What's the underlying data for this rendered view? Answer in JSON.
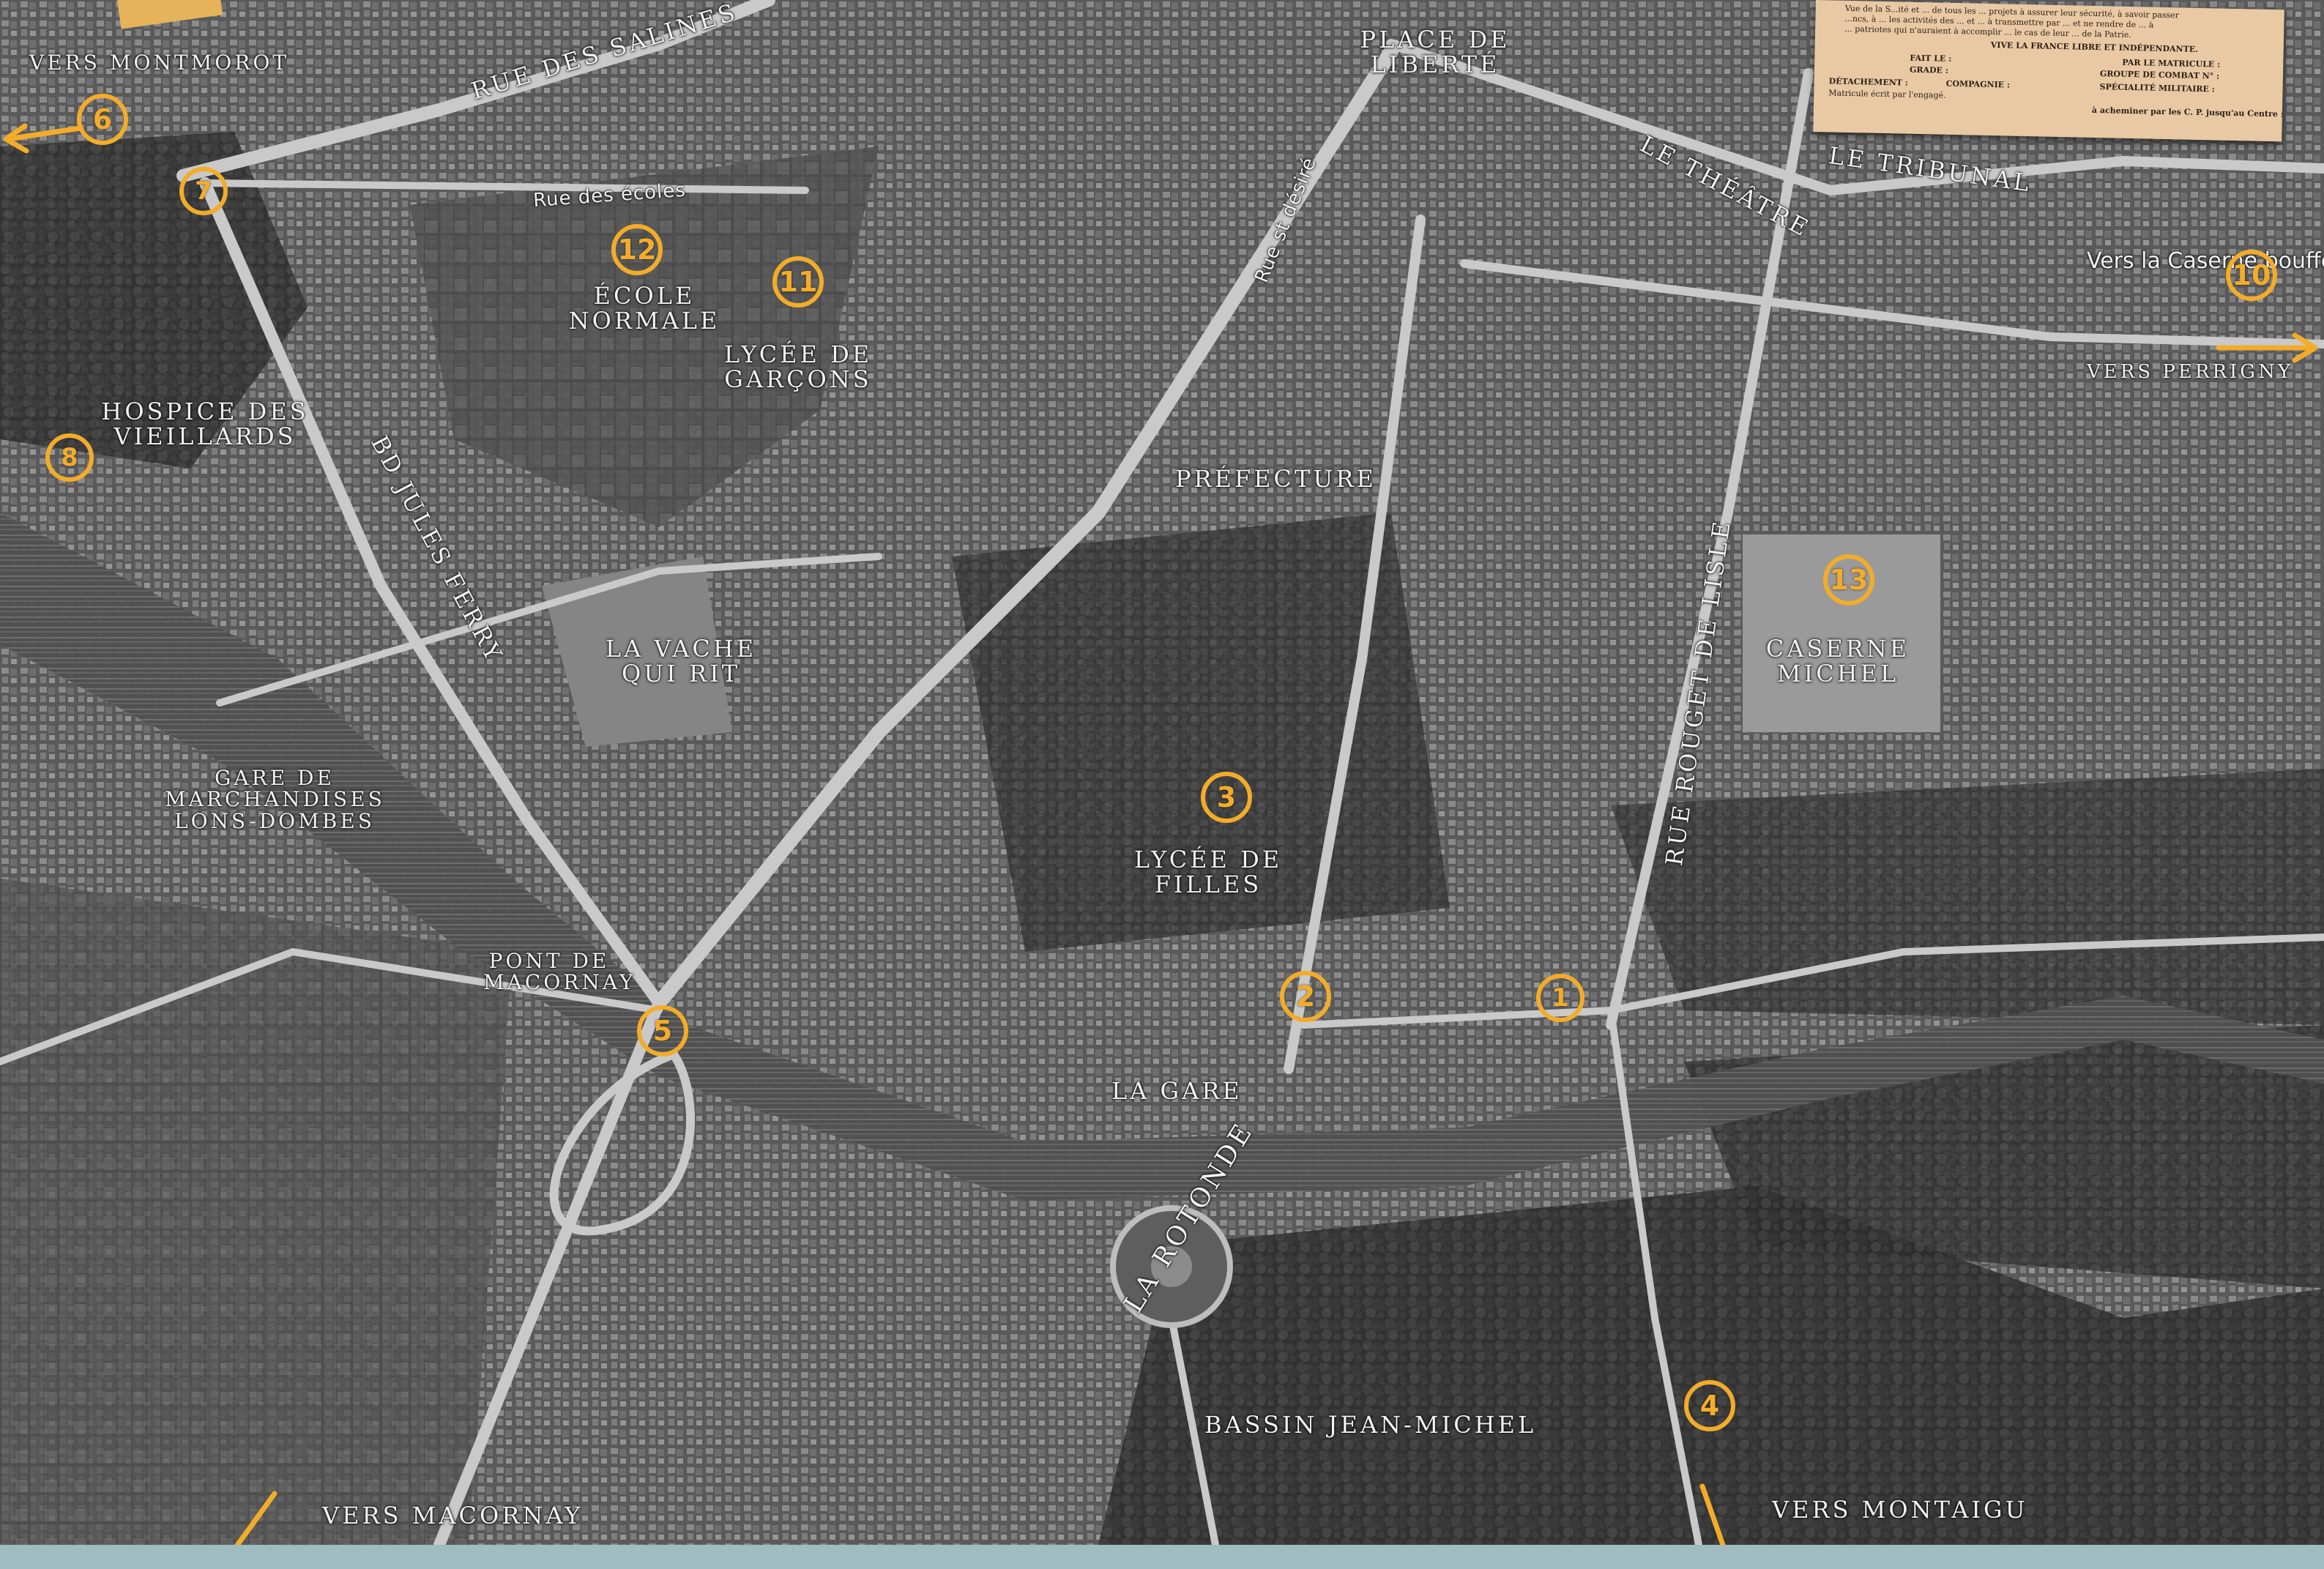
{
  "map": {
    "places": {
      "vers_montmorot": "VERS MONTMOROT",
      "rue_des_salines": "RUE DES SALINES",
      "rue_des_ecoles": "Rue des écoles",
      "place_liberte": "PLACE DE LIBERTÉ",
      "le_theatre": "LE THÉÂTRE",
      "le_tribunal": "LE TRIBUNAL",
      "ecole_normale": "ÉCOLE NORMALE",
      "lycee_garcons": "LYCÉE DE GARÇONS",
      "rue_st_desire": "Rue st désiré",
      "hospice": "HOSPICE DES VIEILLARDS",
      "bd_jules_ferry": "BD JULES FERRY",
      "prefecture": "PRÉFECTURE",
      "vers_la_caserne": "Vers la Caserne bouffez",
      "vers_perrigny": "VERS PERRIGNY",
      "la_vache": "LA VACHE QUI RIT",
      "caserne_michel": "CASERNE MICHEL",
      "gare_marchandises": "GARE DE MARCHANDISES LONS-DOMBES",
      "rue_rouget": "RUE ROUGET DE LISLE",
      "lycee_filles": "LYCÉE DE FILLES",
      "pont_macornay": "PONT DE MACORNAY",
      "la_gare": "LA GARE",
      "la_rotonde": "LA ROTONDE",
      "bassin": "BASSIN JEAN-MICHEL",
      "vers_macornay": "VERS MACORNAY",
      "vers_montaigu": "VERS MONTAIGU"
    },
    "markers": [
      "6",
      "7",
      "12",
      "11",
      "8",
      "10",
      "13",
      "3",
      "2",
      "1",
      "5",
      "4"
    ],
    "accent_color": "#f3ac2a",
    "bottom_band_color": "#9fbcc0"
  },
  "document": {
    "lines": [
      "Vue de la S...ité et ... de tous les ... projets à assurer leur sécurité, à savoir passer",
      "...ncs, à ... les activités des ... et ... à transmettre par ... et ne rendre de ... à",
      "... patriotes qui n'auraient à accomplir ... le cas de leur ... de la Patrie.",
      "VIVE LA FRANCE LIBRE ET INDÉPENDANTE.",
      "FAIT LE :",
      "PAR LE MATRICULE :",
      "GRADE :",
      "GROUPE DE COMBAT N° :",
      "DÉTACHEMENT :",
      "COMPAGNIE :",
      "SPÉCIALITÉ MILITAIRE :",
      "Matricule écrit par l'engagé.",
      "à acheminer par les C. P. jusqu'au Centre :"
    ]
  }
}
